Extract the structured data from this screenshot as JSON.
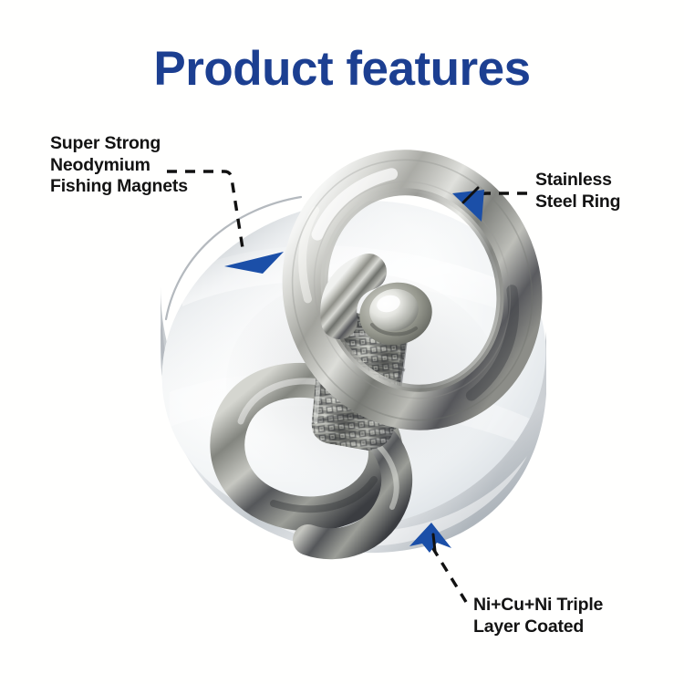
{
  "page": {
    "background_color": "#ffffff",
    "title": "Product features",
    "title_color": "#1c3f91"
  },
  "callouts": [
    {
      "id": "super-strong-neodymium-fishing-magnets",
      "lines": [
        "Super Strong",
        "Neodymium",
        "Fishing Magnets"
      ],
      "text_color": "#131313",
      "arrow_color": "#1b4fa8",
      "leader_color": "#111111",
      "points_at": "magnet-disc-top-face"
    },
    {
      "id": "stainless-steel-ring",
      "lines": [
        "Stainless",
        "Steel Ring"
      ],
      "text_color": "#131313",
      "arrow_color": "#1b4fa8",
      "leader_color": "#111111",
      "points_at": "eyebolt-ring"
    },
    {
      "id": "ni-cu-ni-triple-layer-coated",
      "lines": [
        "Ni+Cu+Ni Triple",
        "Layer Coated"
      ],
      "text_color": "#131313",
      "arrow_color": "#1b4fa8",
      "leader_color": "#111111",
      "points_at": "magnet-disc-side-wall"
    }
  ],
  "product": {
    "name": "neodymium fishing magnet with stainless steel eyebolt ring",
    "parts": [
      "magnet-disc-top-face",
      "magnet-disc-side-wall",
      "eyebolt-ring",
      "knurled-collar",
      "swivel-lower-loop",
      "center-pivot-nub"
    ],
    "colors": {
      "chrome_light": "#fdfdfd",
      "chrome_mid": "#d8dce0",
      "chrome_shadow": "#9aa0a6",
      "steel_light": "#e6e7e4",
      "steel_mid": "#9a9a92",
      "steel_dark": "#4c4c50",
      "steel_darkest": "#2e2e32"
    }
  }
}
